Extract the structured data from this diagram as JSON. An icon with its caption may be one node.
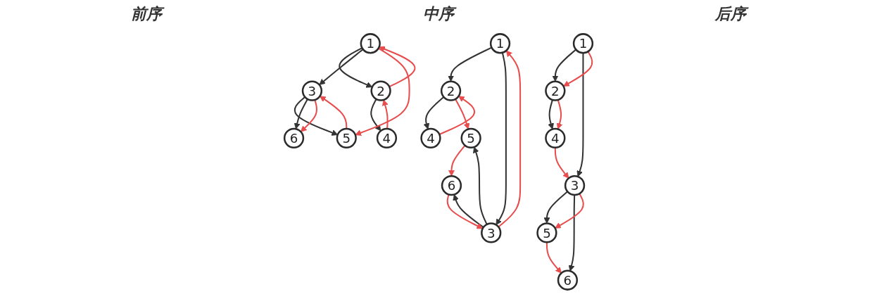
{
  "diagram": {
    "nodes": [
      {
        "text": [
          "1"
        ]
      },
      {
        "text": [
          "2"
        ]
      },
      {
        "text": [
          "3"
        ]
      },
      {
        "text": [
          "4"
        ]
      },
      {
        "text": [
          "5"
        ]
      },
      {
        "text": [
          "6"
        ]
      },
      {
        "text": [
          "1"
        ]
      },
      {
        "text": [
          "2"
        ]
      },
      {
        "text": [
          "3"
        ]
      },
      {
        "text": [
          "4"
        ]
      },
      {
        "text": [
          "5"
        ]
      },
      {
        "text": [
          "6"
        ]
      },
      {
        "text": [
          "1"
        ]
      },
      {
        "text": [
          "2"
        ]
      },
      {
        "text": [
          "3"
        ]
      },
      {
        "text": [
          "4"
        ]
      },
      {
        "text": [
          "5"
        ]
      },
      {
        "text": [
          "6"
        ]
      }
    ],
    "edges": [
      {
        "from": 0,
        "to": 1,
        "arrow": "to"
      },
      {
        "from": 0,
        "to": 2,
        "arrow": "to"
      },
      {
        "from": 1,
        "to": 3,
        "arrow": "to"
      },
      {
        "from": 2,
        "to": 4,
        "arrow": "to"
      },
      {
        "from": 2,
        "to": 5,
        "arrow": "to"
      },
      {
        "from": 0,
        "to": 1,
        "arrow": "to",
        "color": "#e84c4c"
      },
      {
        "from": 1,
        "to": 3,
        "arrow": "to",
        "color": "#e84c4c"
      },
      {
        "from": 3,
        "to": 2,
        "arrow": "to",
        "color": "#e84c4c"
      },
      {
        "from": 2,
        "to": 4,
        "arrow": "to",
        "color": "#e84c4c"
      },
      {
        "from": 4,
        "to": 5,
        "arrow": "to",
        "color": "#e84c4c"
      },
      {
        "from": 6,
        "to": 7,
        "arrow": "to"
      },
      {
        "from": 6,
        "to": 8,
        "arrow": "to"
      },
      {
        "from": 7,
        "to": 9,
        "arrow": "to"
      },
      {
        "from": 8,
        "to": 10,
        "arrow": "to"
      },
      {
        "from": 8,
        "to": 11,
        "arrow": "to"
      },
      {
        "from": 9,
        "to": 7,
        "arrow": "to",
        "color": "#e84c4c"
      },
      {
        "from": 7,
        "to": 6,
        "arrow": "to",
        "color": "#e84c4c"
      },
      {
        "from": 6,
        "to": 10,
        "arrow": "to",
        "color": "#e84c4c"
      },
      {
        "from": 10,
        "to": 8,
        "arrow": "to",
        "color": "#e84c4c"
      },
      {
        "from": 8,
        "to": 11,
        "arrow": "to",
        "color": "#e84c4c"
      },
      {
        "from": 12,
        "to": 13,
        "arrow": "to"
      },
      {
        "from": 12,
        "to": 14,
        "arrow": "to"
      },
      {
        "from": 13,
        "to": 15,
        "arrow": "to"
      },
      {
        "from": 14,
        "to": 16,
        "arrow": "to"
      },
      {
        "from": 14,
        "to": 17,
        "arrow": "to"
      },
      {
        "from": 15,
        "to": 13,
        "arrow": "to",
        "color": "#e84c4c"
      },
      {
        "from": 13,
        "to": 16,
        "arrow": "to",
        "color": "#e84c4c"
      },
      {
        "from": 16,
        "to": 17,
        "arrow": "to",
        "color": "#e84c4c"
      },
      {
        "from": 17,
        "to": 14,
        "arrow": "to",
        "color": "#e84c4c"
      },
      {
        "from": 14,
        "to": 12,
        "arrow": "to",
        "color": "#e84c4c"
      }
    ],
    "labels": [
      "前序",
      "中序",
      "后序"
    ]
  }
}
